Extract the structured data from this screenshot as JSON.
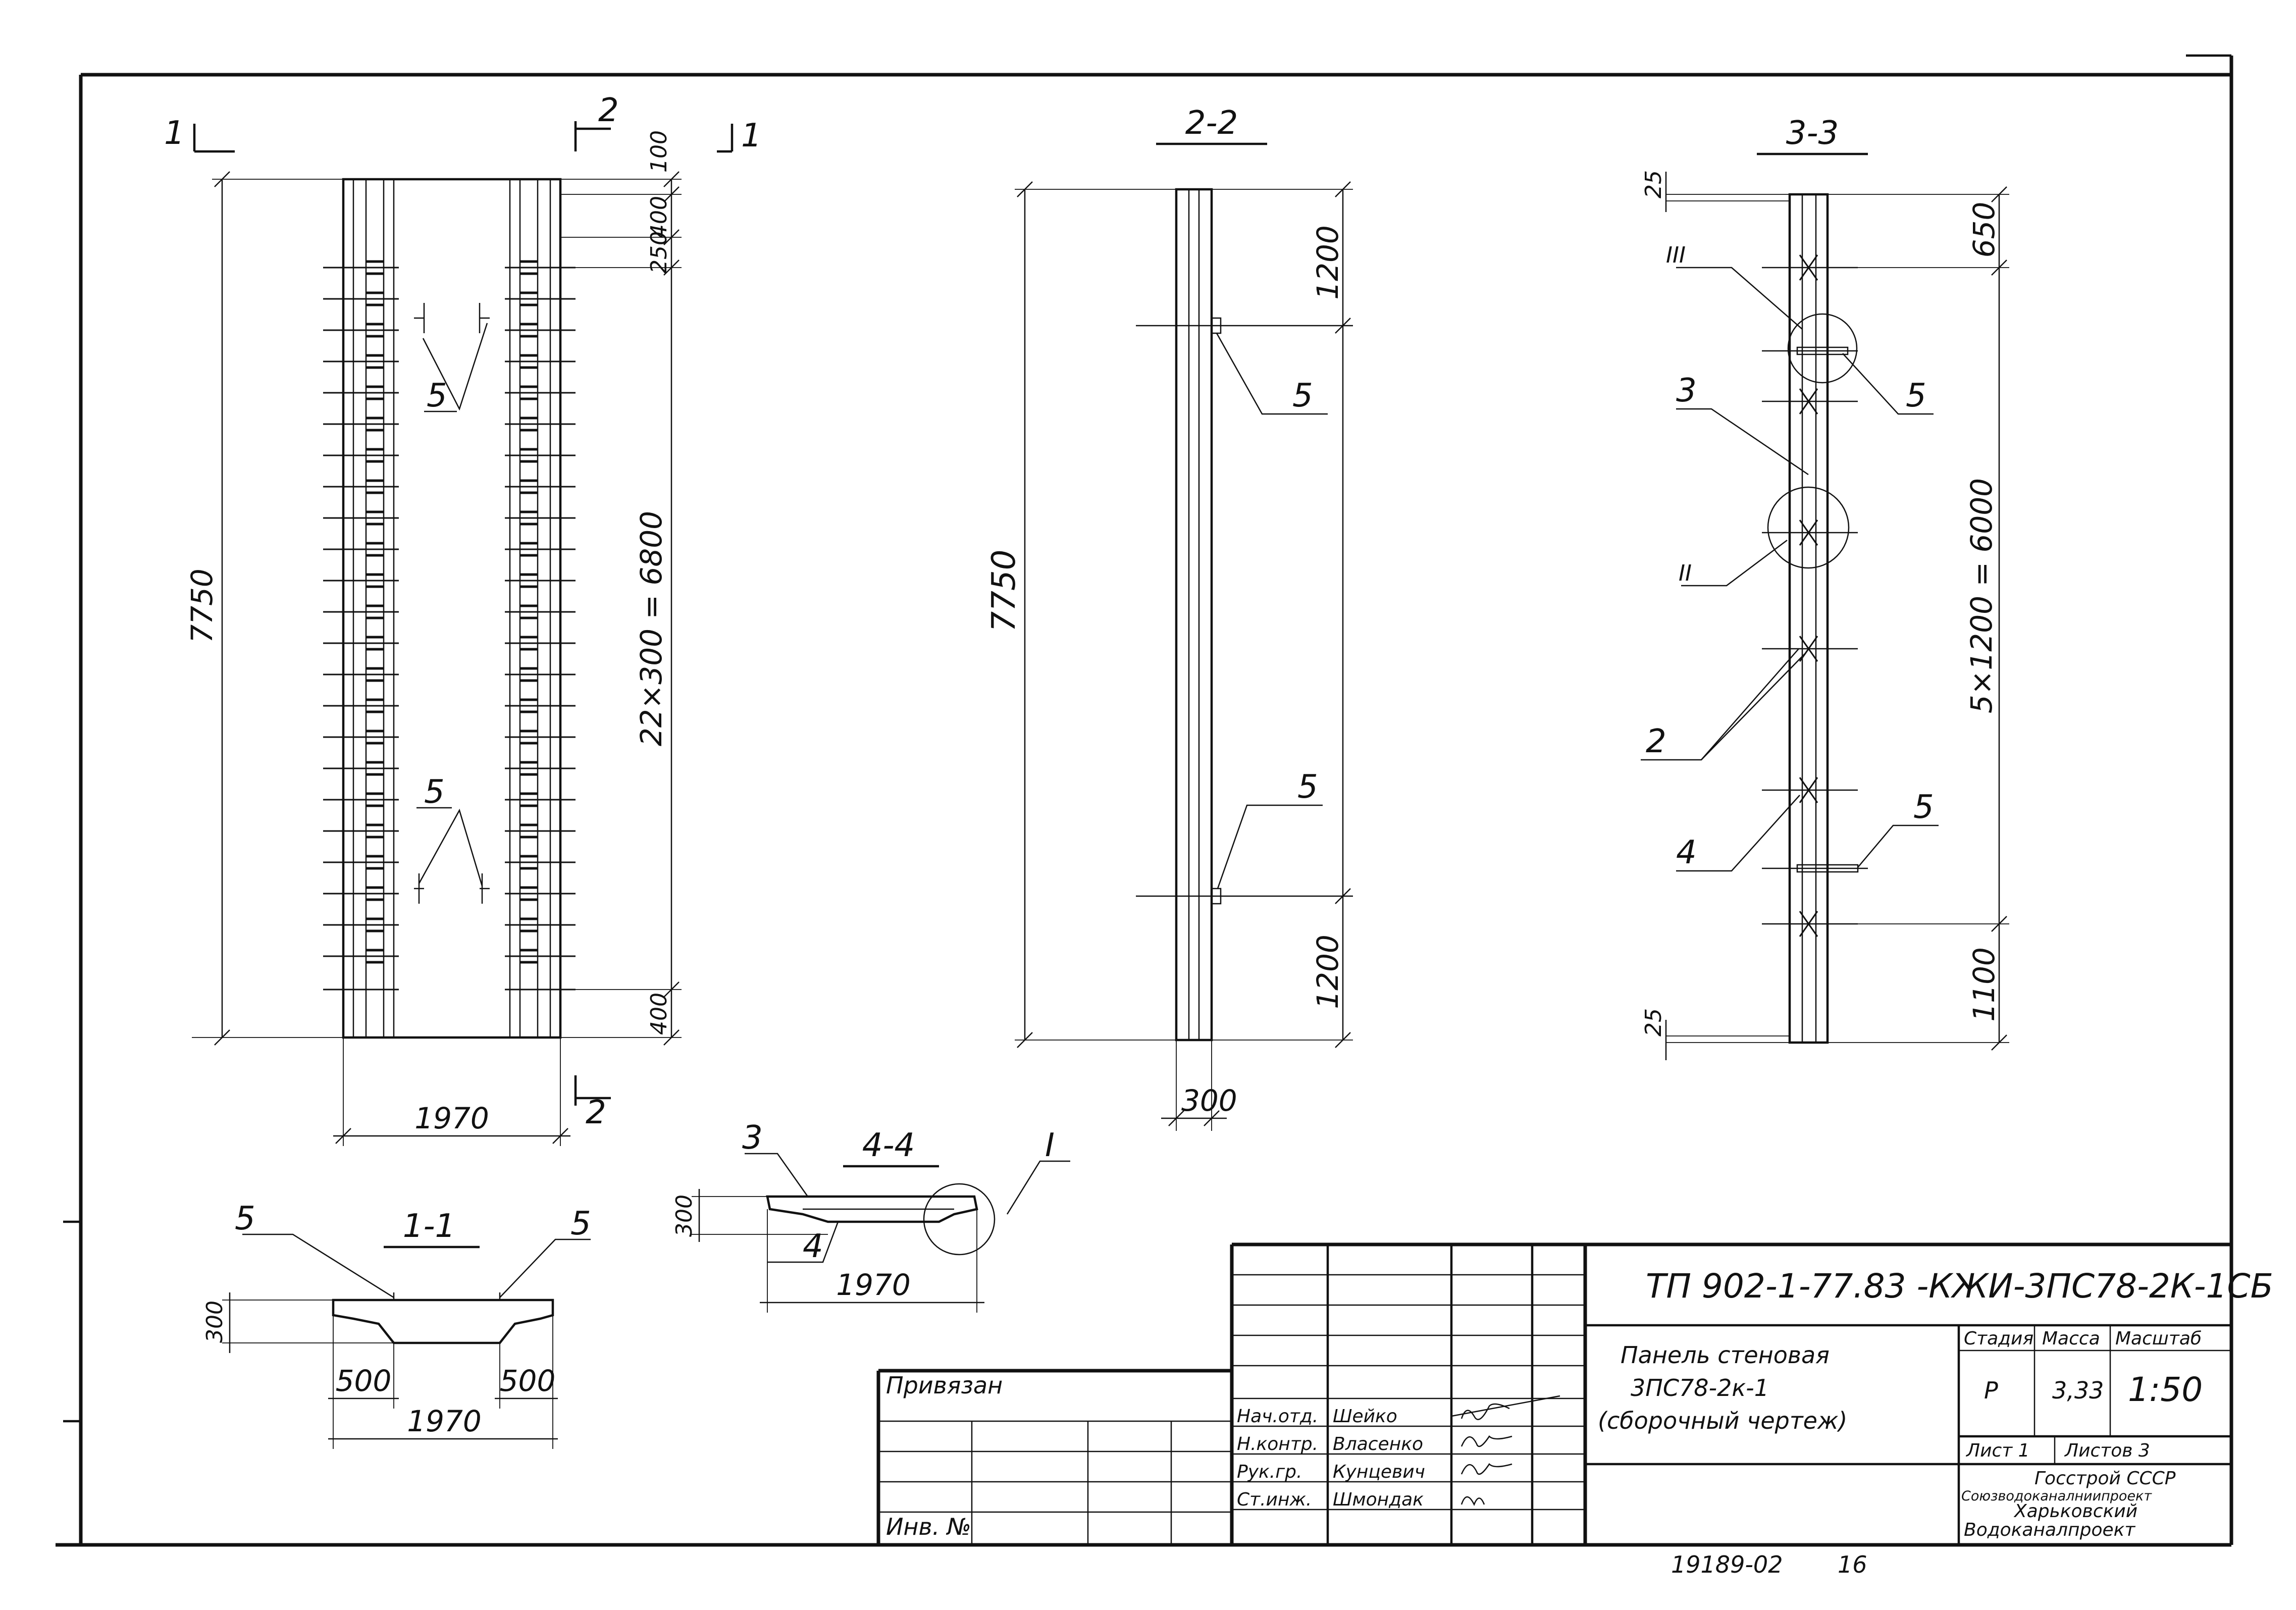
{
  "views": {
    "view1": {
      "cut_mark_left": "1",
      "cut_mark_right": "1",
      "cut_mark_top": "2",
      "cut_mark_bottom": "2",
      "overall_height": "7750",
      "width": "1970",
      "dim_top1": "100",
      "dim_top2": "400",
      "dim_top3": "250",
      "dim_chain": "22×300 = 6800",
      "dim_bottom": "400",
      "callout_upper": "5",
      "callout_lower": "5"
    },
    "section_2_2": {
      "title": "2-2",
      "overall_height": "7750",
      "dim_top": "1200",
      "dim_bottom": "1200",
      "thickness": "300",
      "callout_upper": "5",
      "callout_lower": "5"
    },
    "section_3_3": {
      "title": "3-3",
      "dim_top_cover": "25",
      "dim_top": "650",
      "dim_chain": "5×1200 = 6000",
      "dim_bottom": "1100",
      "dim_bottom_cover": "25",
      "node_III": "III",
      "node_II": "II",
      "callout_3": "3",
      "callout_5a": "5",
      "callout_2": "2",
      "callout_4": "4",
      "callout_5b": "5"
    },
    "section_1_1": {
      "title": "1-1",
      "callout_left": "5",
      "callout_right": "5",
      "height": "300",
      "offset_left": "500",
      "offset_right": "500",
      "width": "1970"
    },
    "section_4_4": {
      "title": "4-4",
      "callout_3": "3",
      "callout_4": "4",
      "node_I": "I",
      "height": "300",
      "width": "1970"
    }
  },
  "title_block": {
    "document_code": "ТП 902-1-77.83 -КЖИ-3ПС78-2К-1СБ",
    "item_name_line1": "Панель стеновая",
    "item_name_line2": "3ПС78-2к-1",
    "item_name_line3": "(сборочный    чертеж)",
    "stage_header": "Стадия",
    "mass_header": "Масса",
    "scale_header": "Масштаб",
    "stage": "Р",
    "mass": "3,33",
    "scale": "1:50",
    "sheet_label": "Лист 1",
    "sheets_label": "Листов 3",
    "org_line1": "Госстрой СССР",
    "org_line2": "Союзводоканалниипроект",
    "org_line3": "Харьковский",
    "org_line4": "Водоканалпроект",
    "bound_label": "Привязан",
    "inv_label": "Инв. №",
    "roles": [
      {
        "role": "Нач.отд.",
        "name": "Шейко"
      },
      {
        "role": "Н.контр.",
        "name": "Власенко"
      },
      {
        "role": "Рук.гр.",
        "name": "Кунцевич"
      },
      {
        "role": "Ст.инж.",
        "name": "Шмондак"
      }
    ],
    "archive_number": "19189-02",
    "page_number": "16"
  }
}
